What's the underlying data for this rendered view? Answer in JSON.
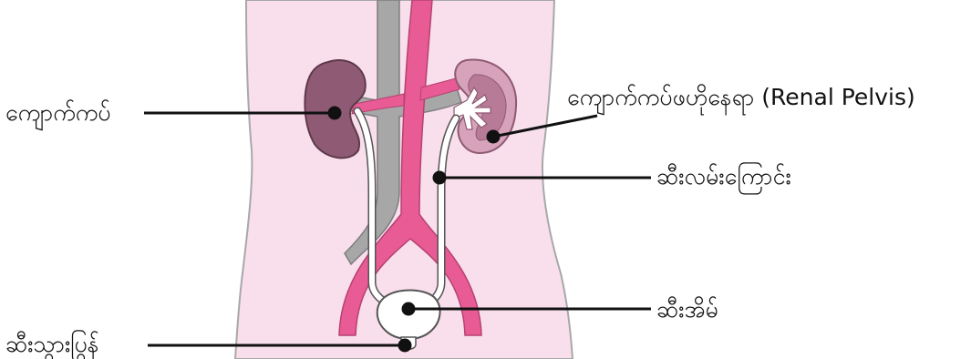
{
  "labels": {
    "kidney": "ကျောက်ကပ်",
    "renal_pelvis": "ကျောက်ကပ်ဖဟိုနေရာ (Renal Pelvis)",
    "ureter": "ဆီးလမ်းကြောင်း",
    "bladder": "ဆီးအိမ်",
    "urethra": "ဆီးသွားပြွန်"
  },
  "colors": {
    "body": "#f9dfec",
    "body_outline": "#a8a8a8",
    "kidney": "#8f5a73",
    "artery": "#e85b94",
    "vein": "#a7a7a7",
    "ureter": "#ffffff",
    "leader_line": "#111111"
  }
}
